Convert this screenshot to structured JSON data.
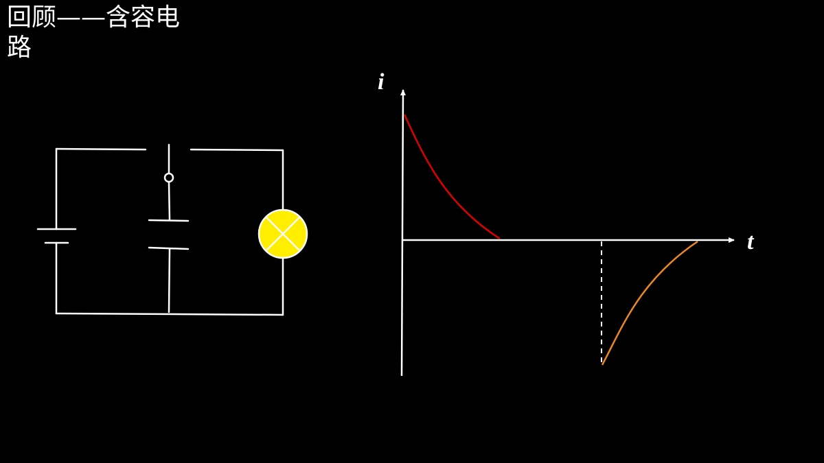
{
  "slide": {
    "title": "回顾——含容电路"
  },
  "graph": {
    "y_axis_label": "i",
    "x_axis_label": "t"
  },
  "colors": {
    "background": "#000000",
    "wire": "#ffffff",
    "bulb_fill": "#ffee00",
    "charging_curve": "#dd0000",
    "discharging_curve": "#ee8822"
  },
  "icons": {
    "battery": "battery-icon",
    "switch": "switch-icon",
    "capacitor": "capacitor-icon",
    "bulb": "lamp-icon"
  }
}
